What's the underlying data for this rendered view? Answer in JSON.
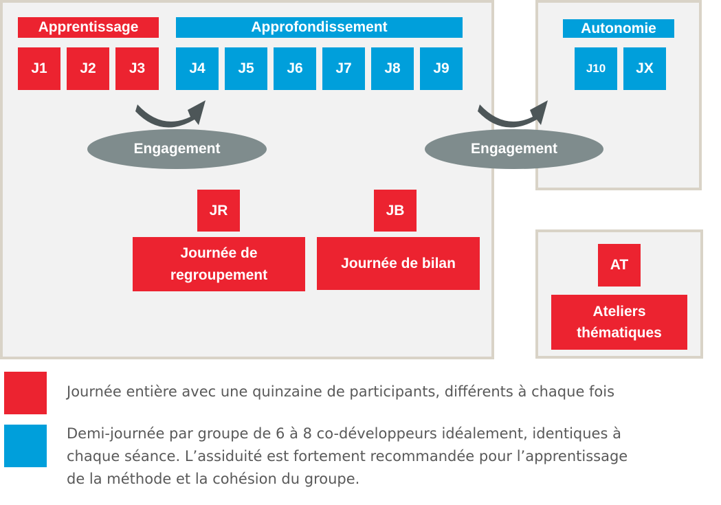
{
  "phases": {
    "apprentissage": {
      "label": "Apprentissage",
      "days": [
        "J1",
        "J2",
        "J3"
      ]
    },
    "approfondissement": {
      "label": "Approfondissement",
      "days": [
        "J4",
        "J5",
        "J6",
        "J7",
        "J8",
        "J9"
      ]
    },
    "autonomie": {
      "label": "Autonomie",
      "days": [
        "J10",
        "JX"
      ]
    }
  },
  "engagement_labels": [
    "Engagement",
    "Engagement"
  ],
  "special_days": {
    "jr": {
      "code": "JR",
      "label_line1": "Journée de",
      "label_line2": "regroupement"
    },
    "jb": {
      "code": "JB",
      "label": "Journée de bilan"
    },
    "at": {
      "code": "AT",
      "label_line1": "Ateliers",
      "label_line2": "thématiques"
    }
  },
  "legend": {
    "red_text": "Journée entière avec une quinzaine de participants, différents à chaque fois",
    "blue_text_line1": "Demi-journée par groupe de 6 à 8 co-développeurs idéalement, identiques à",
    "blue_text_line2": "chaque séance. L’assiduité est fortement recommandée pour l’apprentissage",
    "blue_text_line3": "de la méthode et la cohésion du groupe."
  },
  "colors": {
    "red": "#ec2330",
    "blue": "#009fdb",
    "grey": "#7f8c8d",
    "panel": "#f2f2f2",
    "panel_border": "#d9d3c7"
  }
}
